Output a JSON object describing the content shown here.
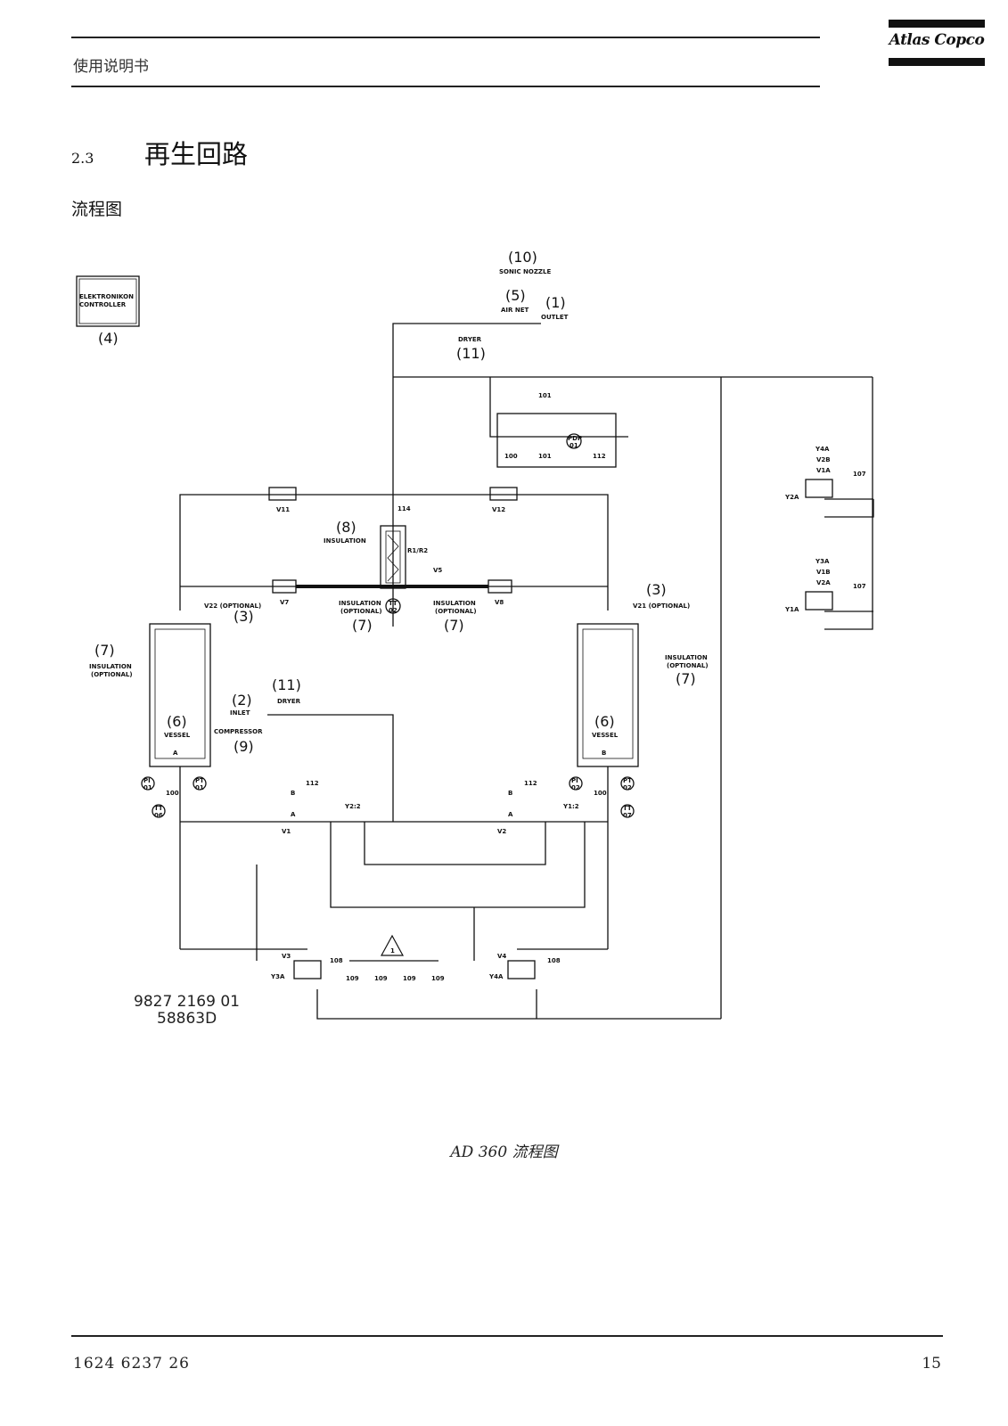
{
  "header": {
    "doc_type": "使用说明书",
    "logo_text": "Atlas Copco"
  },
  "section": {
    "number": "2.3",
    "title": "再生回路"
  },
  "subheading": "流程图",
  "diagram": {
    "callouts": {
      "n1": "(1)",
      "n2": "(2)",
      "n3a": "(3)",
      "n3b": "(3)",
      "n4": "(4)",
      "n5": "(5)",
      "n6a": "(6)",
      "n6b": "(6)",
      "n7a": "(7)",
      "n7b": "(7)",
      "n7c": "(7)",
      "n7d": "(7)",
      "n8": "(8)",
      "n9": "(9)",
      "n10": "(10)",
      "n11a": "(11)",
      "n11b": "(11)"
    },
    "labels": {
      "controller_l1": "ELEKTRONIKON",
      "controller_l2": "CONTROLLER",
      "sonic_nozzle": "SONIC NOZZLE",
      "air_net": "AIR NET",
      "outlet": "OUTLET",
      "dryer_top": "DRYER",
      "dryer_mid": "DRYER",
      "insulation": "INSULATION",
      "ins_opt_l1": "INSULATION",
      "ins_opt_l2": "(OPTIONAL)",
      "inlet": "INLET",
      "compressor": "COMPRESSOR",
      "vessel": "VESSEL",
      "vessel_a": "A",
      "vessel_b": "B",
      "v11": "V11",
      "v12": "V12",
      "v7": "V7",
      "v8": "V8",
      "v1": "V1",
      "v2": "V2",
      "v3": "V3",
      "v4": "V4",
      "v5": "V5",
      "r1r2": "R1/R2",
      "v22_opt": "V22 (OPTIONAL)",
      "v21_opt": "V21 (OPTIONAL)",
      "y2_2": "Y2:2",
      "y1_2": "Y1:2",
      "y3a": "Y3A",
      "y4a": "Y4A",
      "y1a": "Y1A",
      "y2a": "Y2A",
      "v4a_stack": "Y4A",
      "v2b": "V2B",
      "v1a": "V1A",
      "y3a_stack": "Y3A",
      "v1b": "V1B",
      "v2a": "V2A",
      "t101": "101",
      "t100": "100",
      "t112": "112",
      "t114": "114",
      "t107": "107",
      "t108": "108",
      "t109": "109",
      "pdp": "PDP",
      "pdp01": "01",
      "pi01": "PI",
      "pi01n": "01",
      "pt01": "PT",
      "pt01n": "01",
      "pi02": "PI",
      "pi02n": "02",
      "pt02": "PT",
      "pt02n": "02",
      "tt06": "TT",
      "tt06n": "06",
      "tt07": "TT",
      "tt07n": "07",
      "tt02": "TT",
      "tt02n": "02",
      "a": "A",
      "b": "B",
      "warn": "1"
    },
    "drawing_number": "9827 2169 01",
    "drawing_code": "58863D"
  },
  "caption": "AD 360 流程图",
  "footer": {
    "doc_number": "1624 6237 26",
    "page": "15"
  }
}
